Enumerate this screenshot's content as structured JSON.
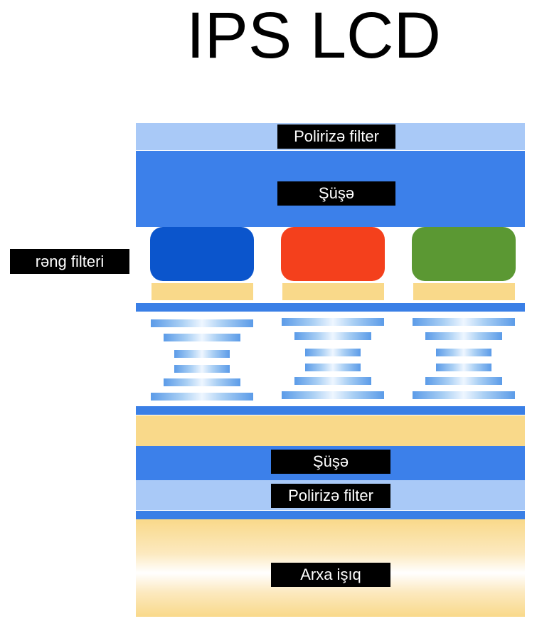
{
  "title": "IPS LCD",
  "labels": {
    "top_polarizer": "Polirizə filter",
    "top_glass": "Şüşə",
    "color_filter": "rəng filteri",
    "bottom_glass": "Şüşə",
    "bottom_polarizer": "Polirizə filter",
    "backlight": "Arxa işıq"
  },
  "colors": {
    "polarizer": "#a9c9f7",
    "glass": "#3c80ea",
    "electrode": "#3a7fe6",
    "yellow": "#f9d98a",
    "filter_blue": "#0b55cc",
    "filter_red": "#f4401c",
    "filter_green": "#5b9833"
  }
}
